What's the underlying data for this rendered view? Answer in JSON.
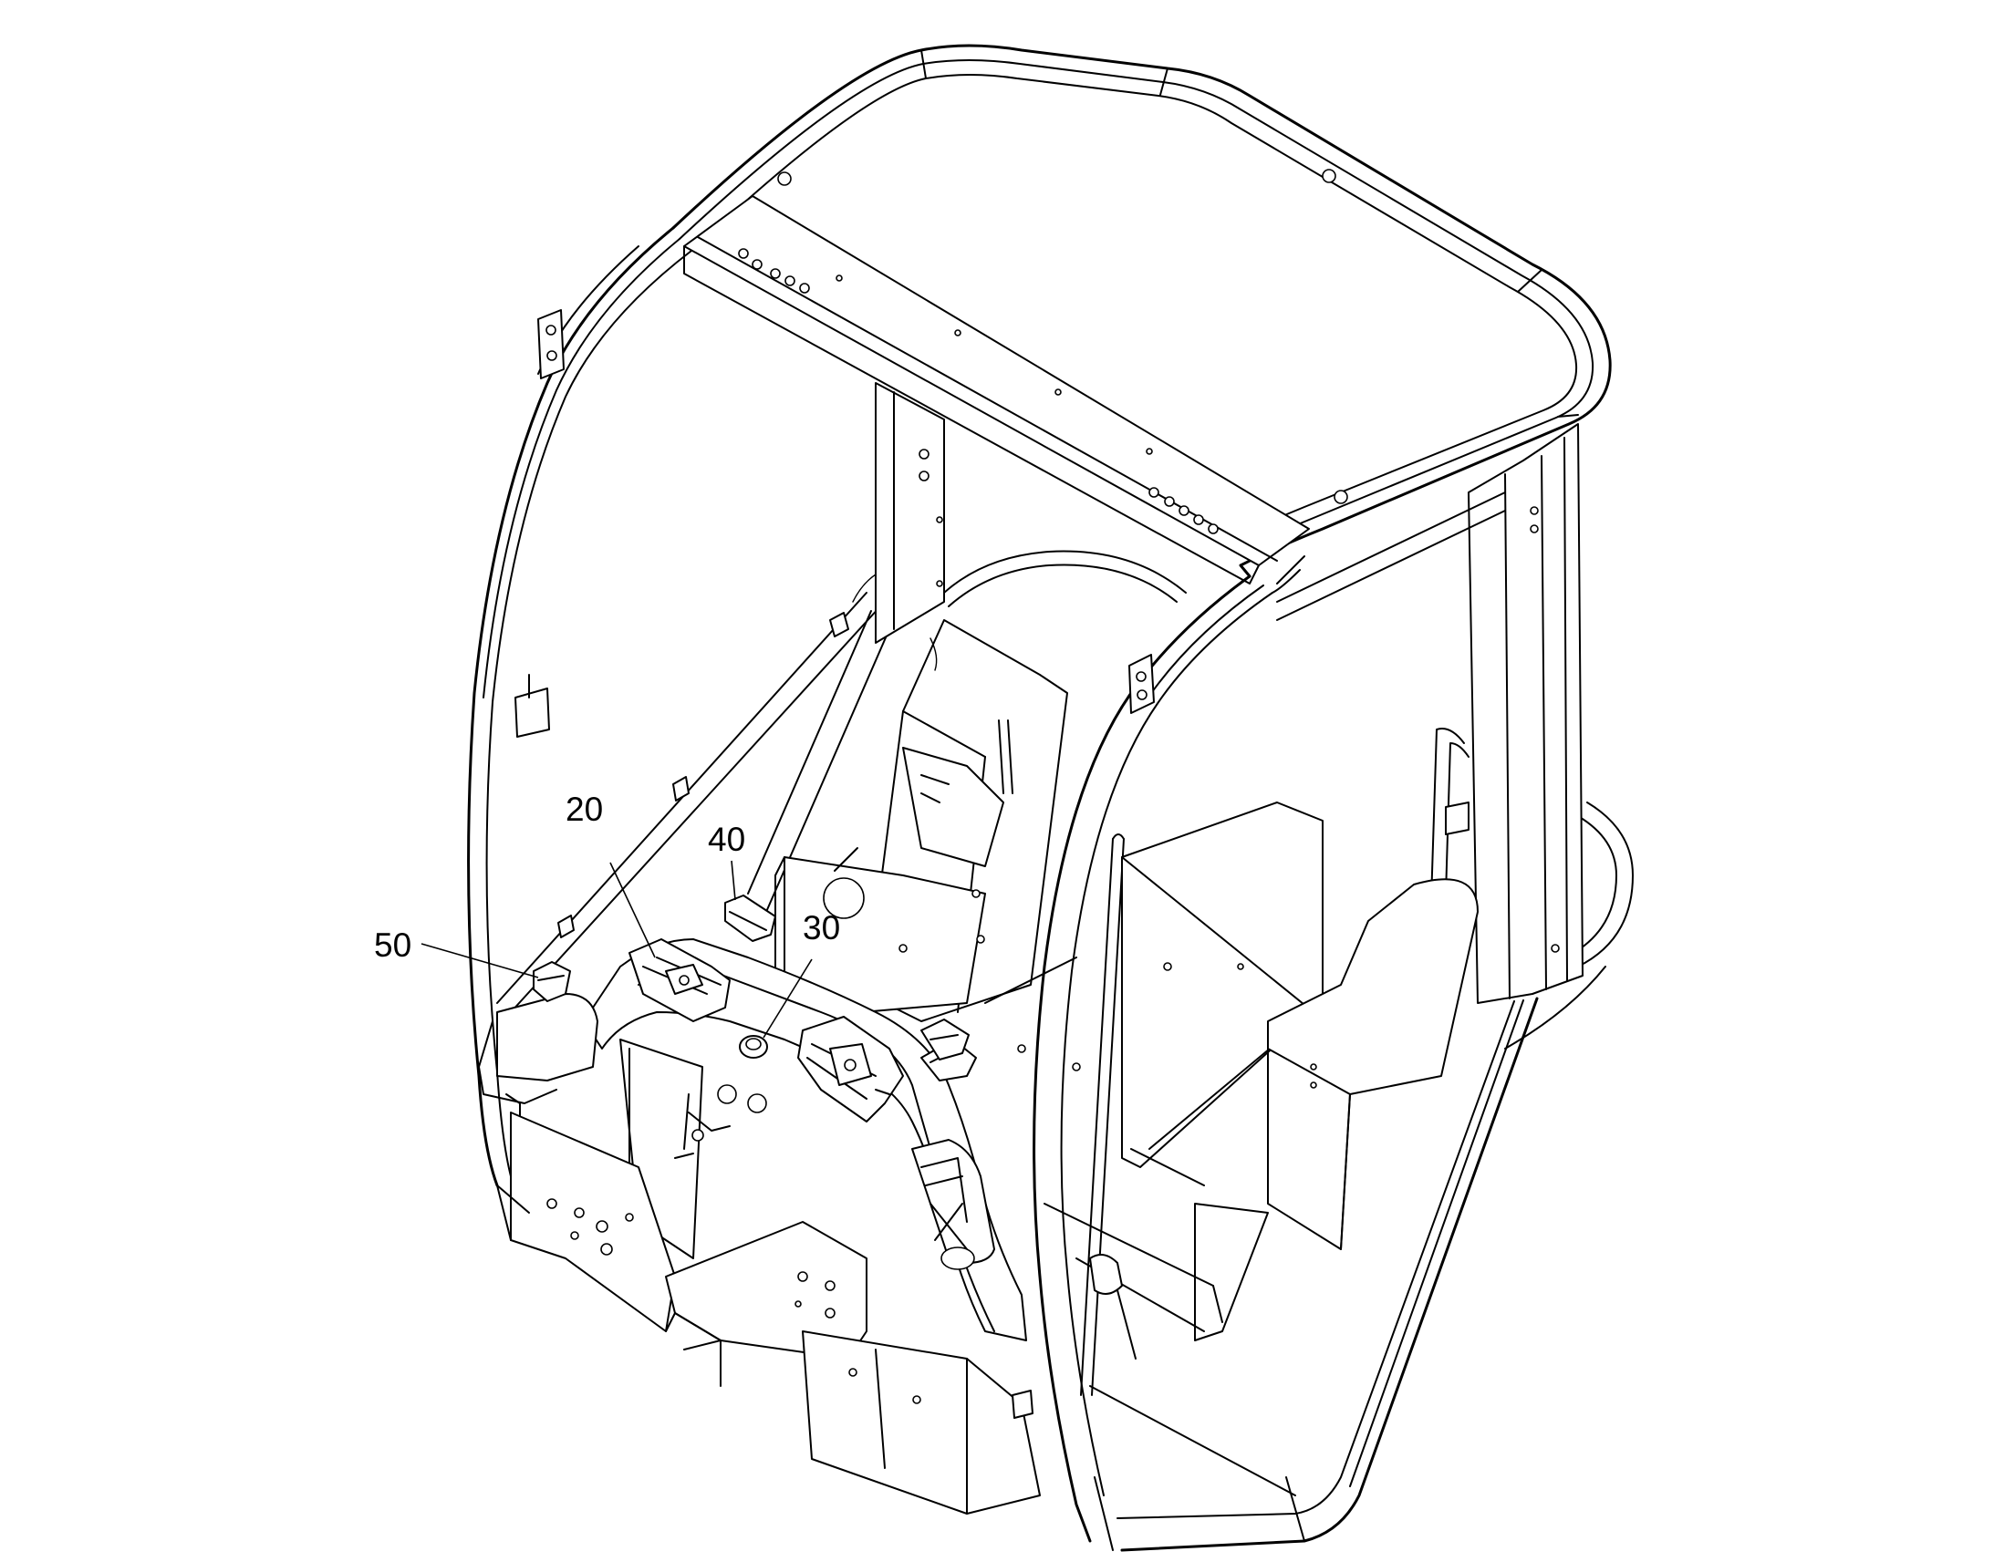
{
  "figure": {
    "colors": {
      "line": "#000000",
      "background": "#ffffff"
    },
    "reference_labels": [
      {
        "id": "20",
        "text": "20"
      },
      {
        "id": "30",
        "text": "30"
      },
      {
        "id": "40",
        "text": "40"
      },
      {
        "id": "50",
        "text": "50"
      }
    ]
  }
}
